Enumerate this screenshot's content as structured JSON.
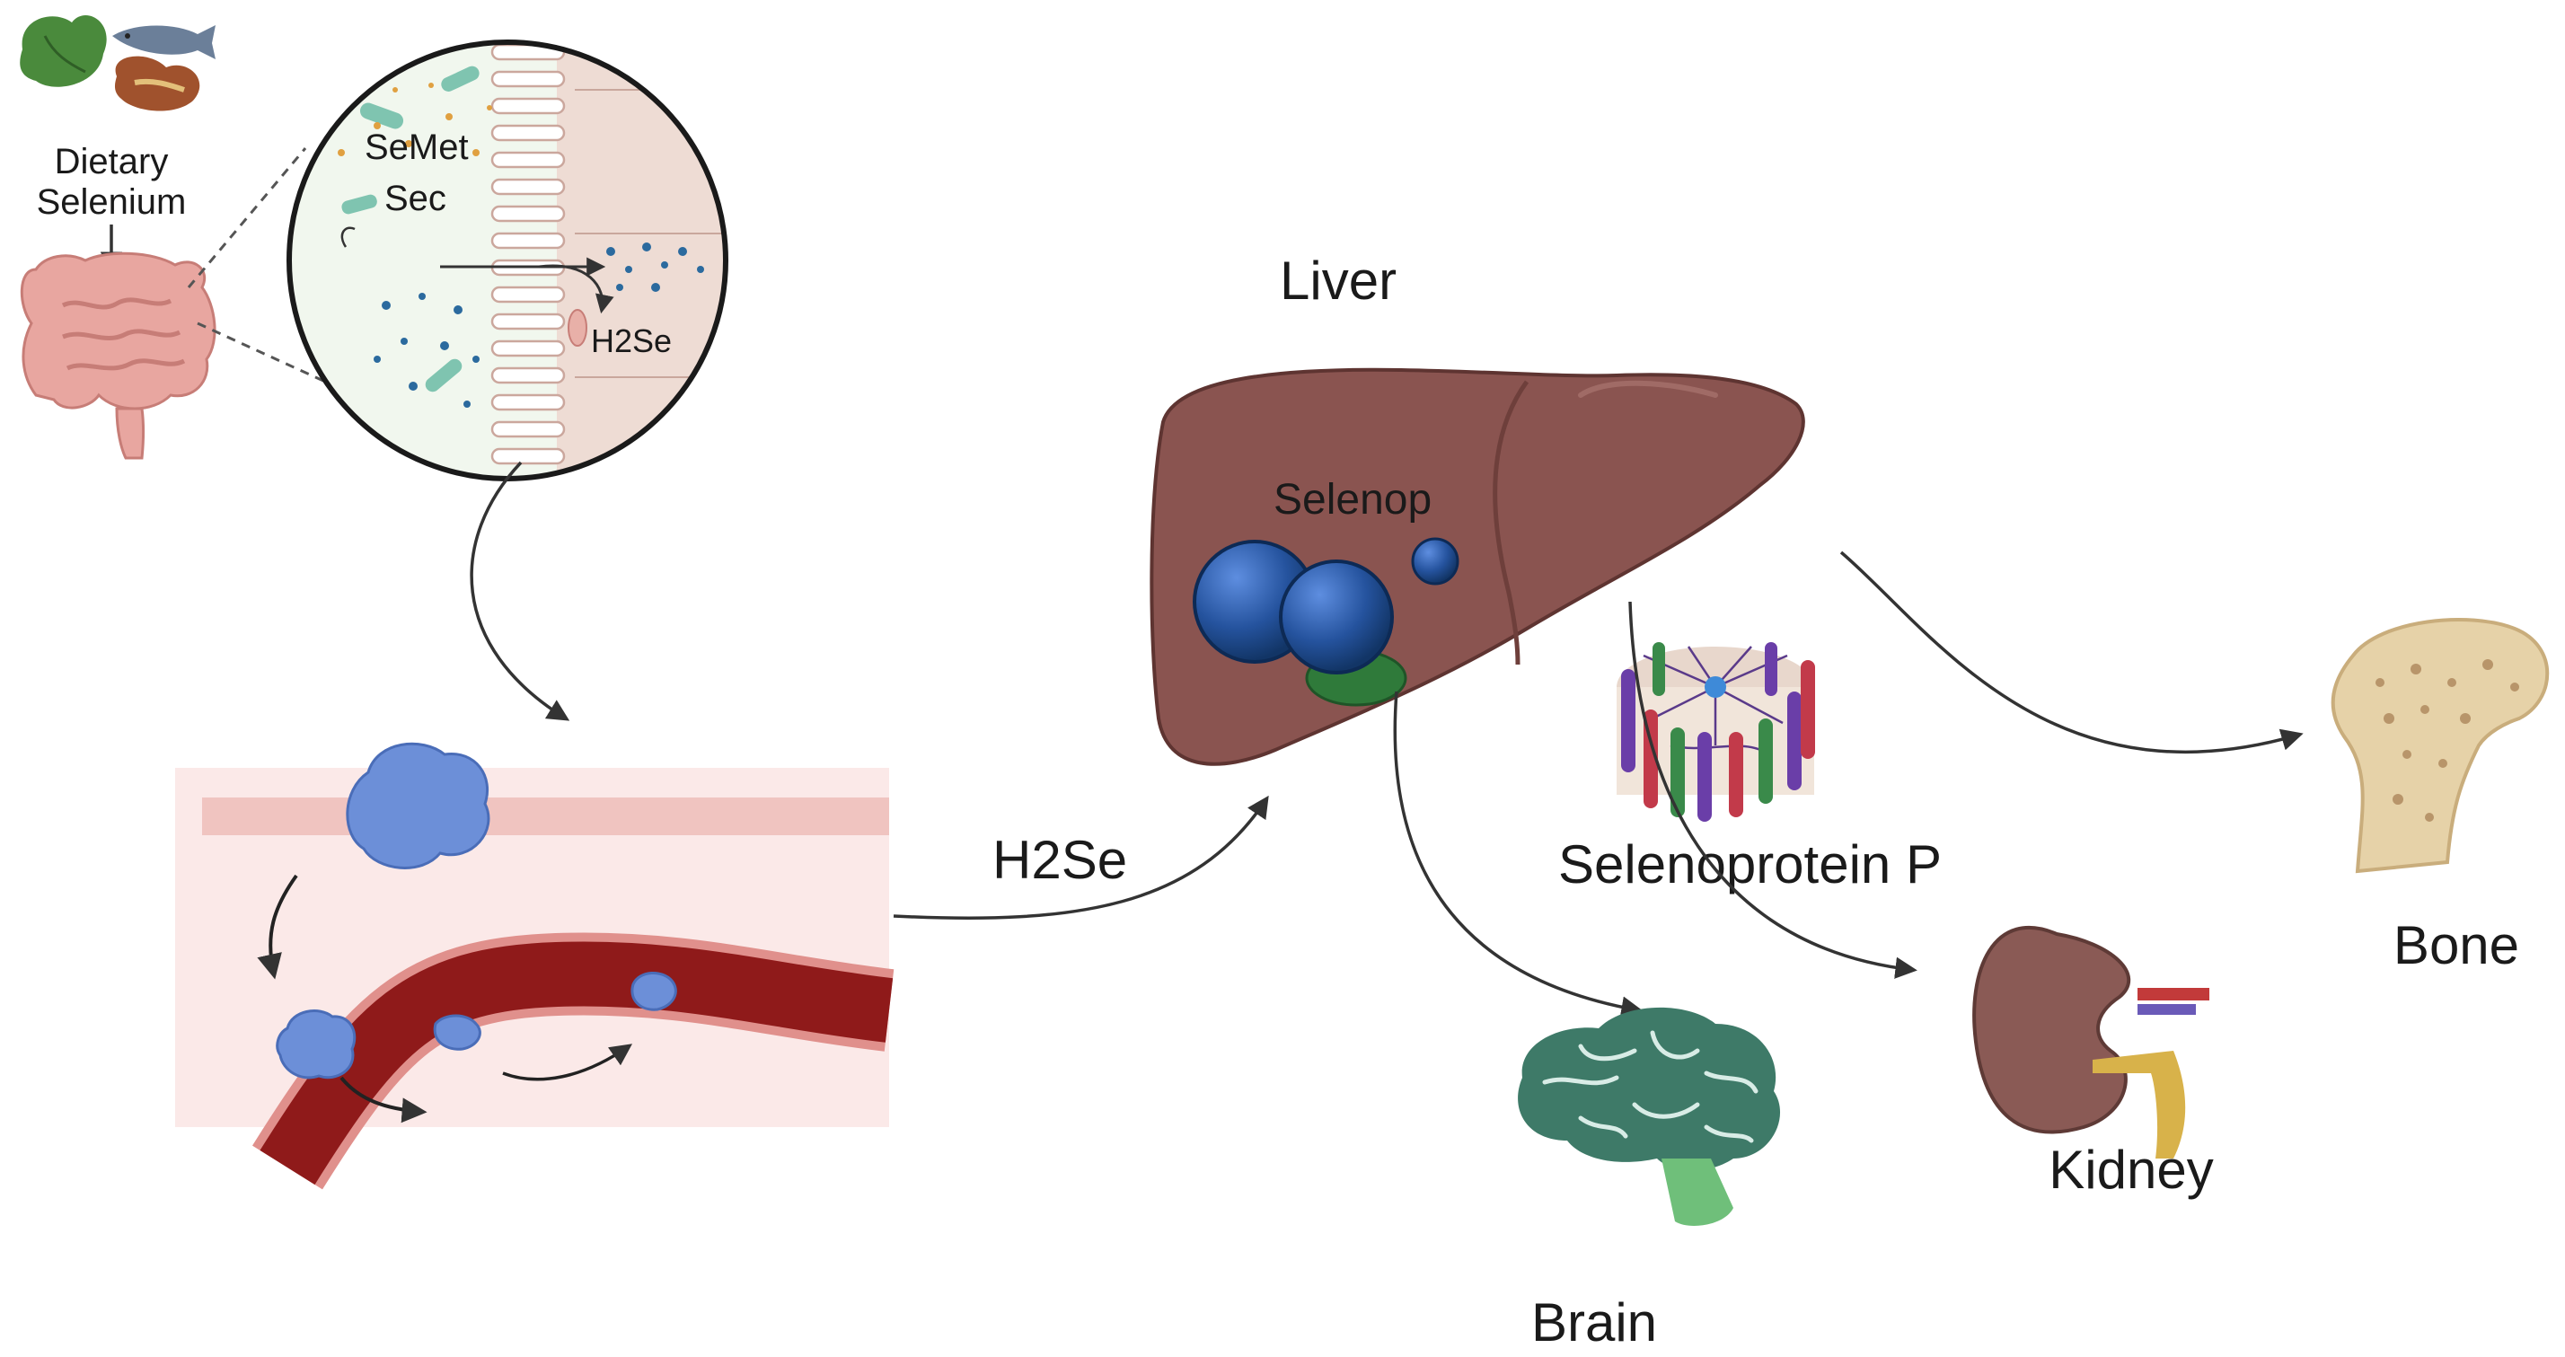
{
  "labels": {
    "dietary_line1": "Dietary",
    "dietary_line2": "Selenium",
    "semet": "SeMet",
    "sec": "Sec",
    "h2se_inset": "H2Se",
    "h2se_arrow": "H2Se",
    "liver": "Liver",
    "selenop": "Selenop",
    "selenoprotein_p": "Selenoprotein P",
    "brain": "Brain",
    "kidney": "Kidney",
    "bone": "Bone"
  },
  "colors": {
    "liver": "#8a5450",
    "liver_dark": "#6e3f3b",
    "selenop_sphere": "#25539e",
    "gallbladder": "#2f7a3a",
    "brain": "#3e7a68",
    "kidney": "#8a5a55",
    "bone": "#e6d2a8",
    "intestine": "#e8a6a0",
    "blood_vessel": "#8f1a1a",
    "tissue_bg": "#fbe9e8",
    "protein_blob": "#6c8fd8",
    "arrow": "#333333"
  }
}
